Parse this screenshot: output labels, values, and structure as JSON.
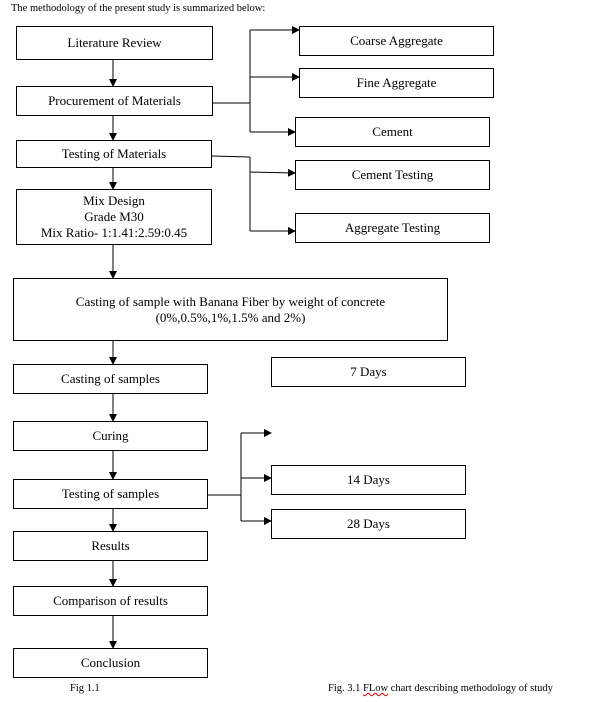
{
  "intro": "The methodology of the present study is summarized below:",
  "boxes": {
    "literature_review": "Literature Review",
    "procurement": "Procurement of Materials",
    "testing_materials": "Testing of Materials",
    "mix_design": [
      "Mix Design",
      "Grade M30",
      "Mix Ratio- 1:1.41:2.59:0.45"
    ],
    "casting_banana": [
      "Casting of sample with Banana Fiber by weight of concrete",
      "(0%,0.5%,1%,1.5% and 2%)"
    ],
    "casting_samples": "Casting of samples",
    "curing": "Curing",
    "testing_samples": "Testing of samples",
    "results": "Results",
    "comparison": "Comparison of results",
    "conclusion": "Conclusion",
    "coarse_aggregate": "Coarse Aggregate",
    "fine_aggregate": "Fine Aggregate",
    "cement": "Cement",
    "cement_testing": "Cement Testing",
    "aggregate_testing": "Aggregate Testing",
    "days_7": "7 Days",
    "days_14": "14 Days",
    "days_28": "28 Days"
  },
  "captions": {
    "fig_left": "Fig 1.1",
    "fig_right_prefix": "Fig. 3.1 ",
    "fig_right_misspelled": "FLow",
    "fig_right_suffix": " chart describing methodology of study"
  }
}
